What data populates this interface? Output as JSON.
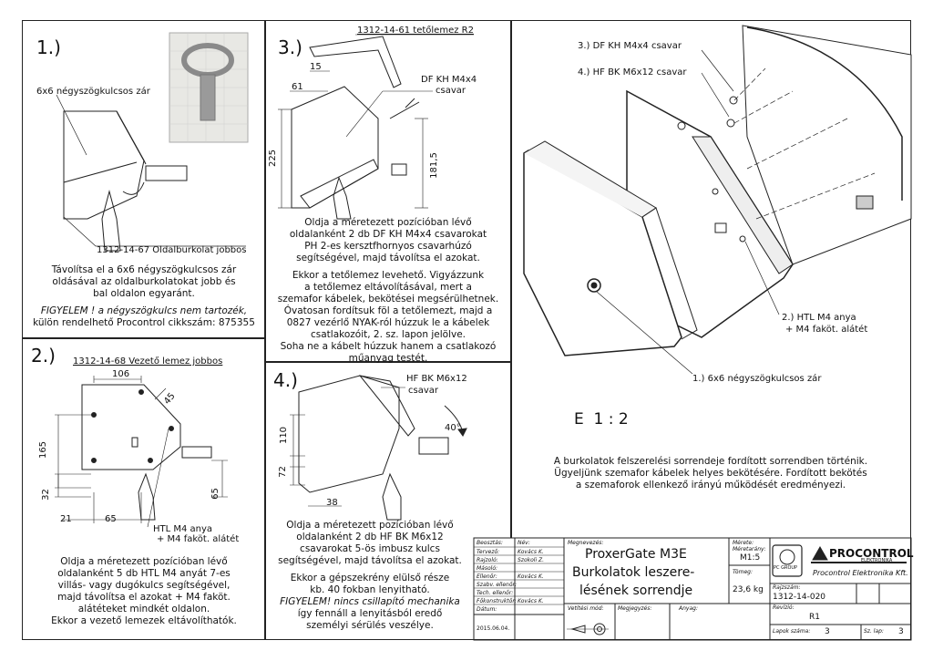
{
  "panel1": {
    "step": "1.)",
    "lock_label": "6x6 négyszögkulcsos zár",
    "part_label": "1312-14-67 Oldalburkolat jobbos",
    "note_lines": [
      "Távolítsa el a 6x6 négyszögkulcsos zár",
      "oldásával az oldalburkolatokat jobb és",
      "bal oldalon egyaránt."
    ],
    "warning_lines": [
      "FIGYELEM ! a négyszögkulcs nem tartozék,",
      "külön rendelhető Procontrol cikkszám: 875355"
    ]
  },
  "panel2": {
    "step": "2.)",
    "part_label": "1312-14-68 Vezető lemez jobbos",
    "dims": {
      "d106": "106",
      "d45": "45",
      "d165": "165",
      "d32": "32",
      "d65v": "65",
      "d21": "21",
      "d65h": "65"
    },
    "hardware_label_1": "HTL M4 anya",
    "hardware_label_2": "+ M4 faköt. alátét",
    "note_lines": [
      "Oldja a méretezett pozícióban lévő",
      "oldalanként 5 db HTL M4 anyát 7-es",
      "villás- vagy dugókulcs segítségével,",
      "majd távolítsa el azokat + M4 faköt.",
      "alátéteket mindkét oldalon.",
      "Ekkor a vezető lemezek eltávolíthatók."
    ]
  },
  "panel3": {
    "step": "3.)",
    "part_label": "1312-14-61 tetőlemez R2",
    "screw_label_1": "DF KH M4x4",
    "screw_label_2": "csavar",
    "dims": {
      "d15": "15",
      "d61": "61",
      "d225": "225",
      "d181": "181,5"
    },
    "note_lines": [
      "Oldja a méretezett pozícióban lévő",
      "oldalanként 2 db DF KH M4x4 csavarokat",
      "PH 2-es kersztfhornyos csavarhúzó",
      "segítségével, majd távolítsa el azokat.",
      "",
      "Ekkor a tetőlemez levehető. Vigyázzunk",
      "a tetőlemez eltávolításával, mert a",
      "szemafor kábelek, bekötései megsérülhetnek.",
      "Óvatosan fordítsuk föl a tetőlemezt, majd a",
      "0827 vezérlő NYAK-ról húzzuk le a kábelek",
      "csatlakozóit, 2. sz. lapon jelölve.",
      "Soha ne a kábelt húzzuk hanem a csatlakozó",
      "műanyag testét."
    ]
  },
  "panel4": {
    "step": "4.)",
    "screw_label_1": "HF BK M6x12",
    "screw_label_2": "csavar",
    "angle": "40°",
    "dims": {
      "d110": "110",
      "d72": "72",
      "d38": "38"
    },
    "note_lines": [
      "Oldja a méretezett pozícióban lévő",
      "oldalanként 2 db HF BK M6x12",
      "csavarokat 5-ös imbusz kulcs",
      "segítségével, majd távolítsa el azokat.",
      "",
      "Ekkor a gépszekrény elülső része",
      "kb. 40 fokban lenyitható.",
      "FIGYELEM! nincs csillapító mechanika",
      "így fennáll a lenyitásból eredő",
      "személyi sérülés veszélye."
    ]
  },
  "main_view": {
    "callout_3": "3.) DF KH M4x4 csavar",
    "callout_4": "4.) HF BK M6x12 csavar",
    "callout_2a": "2.) HTL M4 anya",
    "callout_2b": "+ M4 faköt. alátét",
    "callout_1": "1.) 6x6 négyszögkulcsos zár",
    "scale": "E  1 : 2",
    "note_lines": [
      "A burkolatok felszerelési sorrendeje fordított sorrendben történik.",
      "Ügyeljünk szemafor kábelek helyes bekötésére. Fordított bekötés",
      "a szemaforok ellenkező irányú működését eredményezi."
    ]
  },
  "title_block": {
    "roles": [
      "Beosztás:",
      "Tervező:",
      "Rajzoló:",
      "Másoló:",
      "Ellenőr:",
      "Szabv. ellenőr:",
      "Tech. ellenőr:",
      "Főkonstruktőr:",
      "Dátum:"
    ],
    "name_header": "Név:",
    "designer": "Kovács K.",
    "drafter": "Szokoli Z.",
    "checker": "Kovács K.",
    "chief": "Kovács K.",
    "date": "2015.06.04.",
    "designation_label": "Megnevezés:",
    "title_line1": "ProxerGate M3E",
    "title_line2": "Burkolatok leszere-",
    "title_line3": "lésének sorrendje",
    "projection_label": "Vetítési mód:",
    "remark_label": "Megjegyzés:",
    "material_label": "Anyag:",
    "size_label": "Mérete:",
    "scale_label": "Méretarány:",
    "scale_value": "M1:5",
    "mass_label": "Tömeg:",
    "mass_value": "23,6 kg",
    "company_name": "PROCONTROL",
    "company_sub": "ELEKTRONIKA",
    "company_full": "Procontrol Elektronika Kft.",
    "drawing_no_label": "Rajzszám:",
    "drawing_no": "1312-14-020",
    "revision_label": "Revízió:",
    "revision": "R1",
    "sheets_label": "Lapok száma:",
    "sheets": "3",
    "sheet_label": "Sz. lap:",
    "sheet": "3",
    "group_logo": "PC GROUP"
  }
}
